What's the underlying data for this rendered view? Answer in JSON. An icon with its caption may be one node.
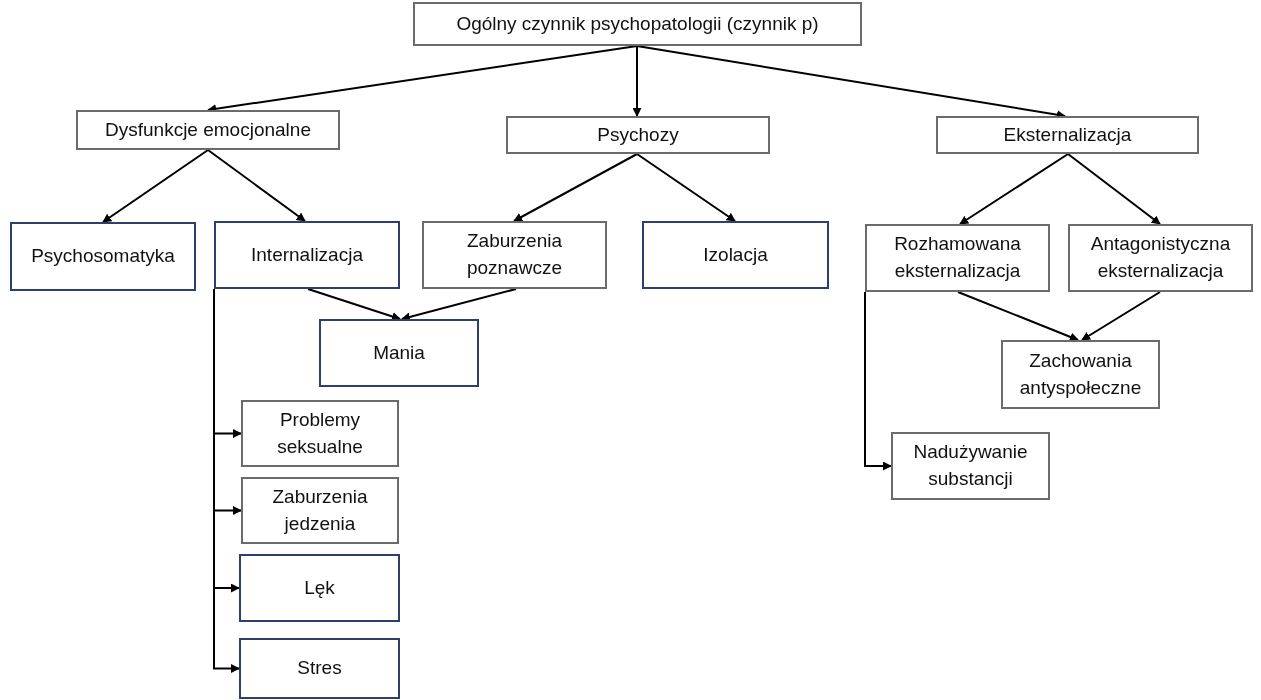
{
  "diagram": {
    "nodes": [
      {
        "text": [
          "Ogólny czynnik psychopatologii (czynnik p)"
        ]
      },
      {
        "text": [
          "Dysfunkcje emocjonalne"
        ]
      },
      {
        "text": [
          "Psychozy"
        ]
      },
      {
        "text": [
          "Eksternalizacja"
        ]
      },
      {
        "text": [
          "Psychosomatyka"
        ]
      },
      {
        "text": [
          "Internalizacja"
        ]
      },
      {
        "text": [
          "Zaburzenia poznawcze"
        ]
      },
      {
        "text": [
          "Izolacja"
        ]
      },
      {
        "text": [
          "Rozhamowana eksternalizacja"
        ]
      },
      {
        "text": [
          "Antagonistyczna eksternalizacja"
        ]
      },
      {
        "text": [
          "Mania"
        ]
      },
      {
        "text": [
          "Zachowania antyspołeczne"
        ]
      },
      {
        "text": [
          "Problemy seksualne"
        ]
      },
      {
        "text": [
          "Zaburzenia jedzenia"
        ]
      },
      {
        "text": [
          "Lęk"
        ]
      },
      {
        "text": [
          "Stres"
        ]
      },
      {
        "text": [
          "Nadużywanie substancji"
        ]
      }
    ],
    "edges": [
      {
        "from": 0,
        "to": 1,
        "arrow": "to"
      },
      {
        "from": 0,
        "to": 2,
        "arrow": "to"
      },
      {
        "from": 0,
        "to": 3,
        "arrow": "to"
      },
      {
        "from": 1,
        "to": 4,
        "arrow": "to"
      },
      {
        "from": 1,
        "to": 5,
        "arrow": "to"
      },
      {
        "from": 2,
        "to": 6,
        "arrow": "to"
      },
      {
        "from": 2,
        "to": 7,
        "arrow": "to"
      },
      {
        "from": 3,
        "to": 8,
        "arrow": "to"
      },
      {
        "from": 3,
        "to": 9,
        "arrow": "to"
      },
      {
        "from": 5,
        "to": 10,
        "arrow": "to"
      },
      {
        "from": 6,
        "to": 10,
        "arrow": "to"
      },
      {
        "from": 5,
        "to": 12,
        "arrow": "to"
      },
      {
        "from": 5,
        "to": 13,
        "arrow": "to"
      },
      {
        "from": 5,
        "to": 14,
        "arrow": "to"
      },
      {
        "from": 5,
        "to": 15,
        "arrow": "to"
      },
      {
        "from": 8,
        "to": 11,
        "arrow": "to"
      },
      {
        "from": 9,
        "to": 11,
        "arrow": "to"
      },
      {
        "from": 8,
        "to": 16,
        "arrow": "to"
      }
    ]
  }
}
